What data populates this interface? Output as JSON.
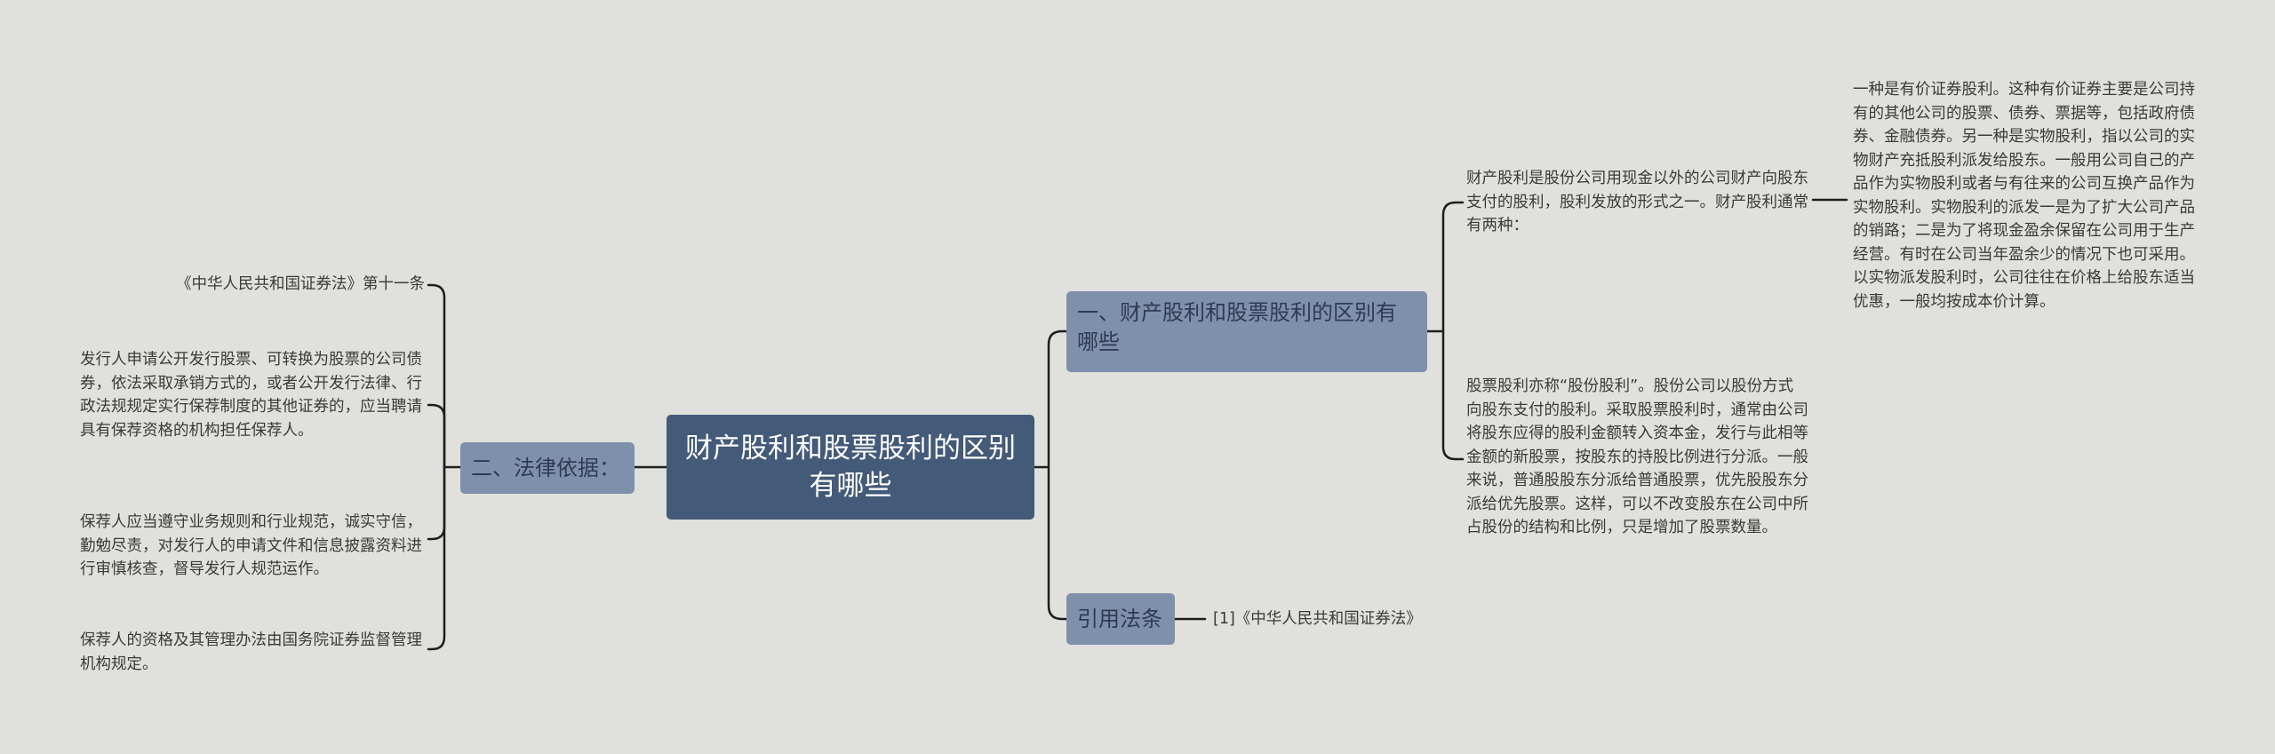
{
  "root": {
    "title": "财产股利和股票股利的区别有哪些"
  },
  "branches": {
    "difference": "一、财产股利和股票股利的区别有哪些",
    "citation": "引用法条",
    "legal_basis": "二、法律依据："
  },
  "leaves": {
    "property_dividend": "财产股利是股份公司用现金以外的公司财产向股东支付的股利，股利发放的形式之一。财产股利通常有两种：",
    "stock_dividend": "股票股利亦称“股份股利”。股份公司以股份方式向股东支付的股利。采取股票股利时，通常由公司将股东应得的股利金额转入资本金，发行与此相等金额的新股票，按股东的持股比例进行分派。一般来说，普通股股东分派给普通股票，优先股股东分派给优先股票。这样，可以不改变股东在公司中所占股份的结构和比例，只是增加了股票数量。",
    "property_types": "一种是有价证券股利。这种有价证券主要是公司持有的其他公司的股票、债券、票据等，包括政府债券、金融债券。另一种是实物股利，指以公司的实物财产充抵股利派发给股东。一般用公司自己的产品作为实物股利或者与有往来的公司互换产品作为实物股利。实物股利的派发一是为了扩大公司产品的销路；二是为了将现金盈余保留在公司用于生产经营。有时在公司当年盈余少的情况下也可采用。以实物派发股利时，公司往往在价格上给股东适当优惠，一般均按成本价计算。",
    "citation_law": "[1]《中华人民共和国证券法》",
    "law_article": "《中华人民共和国证券法》第十一条",
    "sponsor_rule": "发行人申请公开发行股票、可转换为股票的公司债券，依法采取承销方式的，或者公开发行法律、行政法规规定实行保荐制度的其他证券的，应当聘请具有保荐资格的机构担任保荐人。",
    "sponsor_duty": "保荐人应当遵守业务规则和行业规范，诚实守信，勤勉尽责，对发行人的申请文件和信息披露资料进行审慎核查，督导发行人规范运作。",
    "sponsor_regulation": "保荐人的资格及其管理办法由国务院证券监督管理机构规定。"
  },
  "colors": {
    "background": "#e0e0dc",
    "root_fill": "#435a78",
    "branch_fill": "#7f90ad",
    "connector": "#1e1e1e"
  }
}
